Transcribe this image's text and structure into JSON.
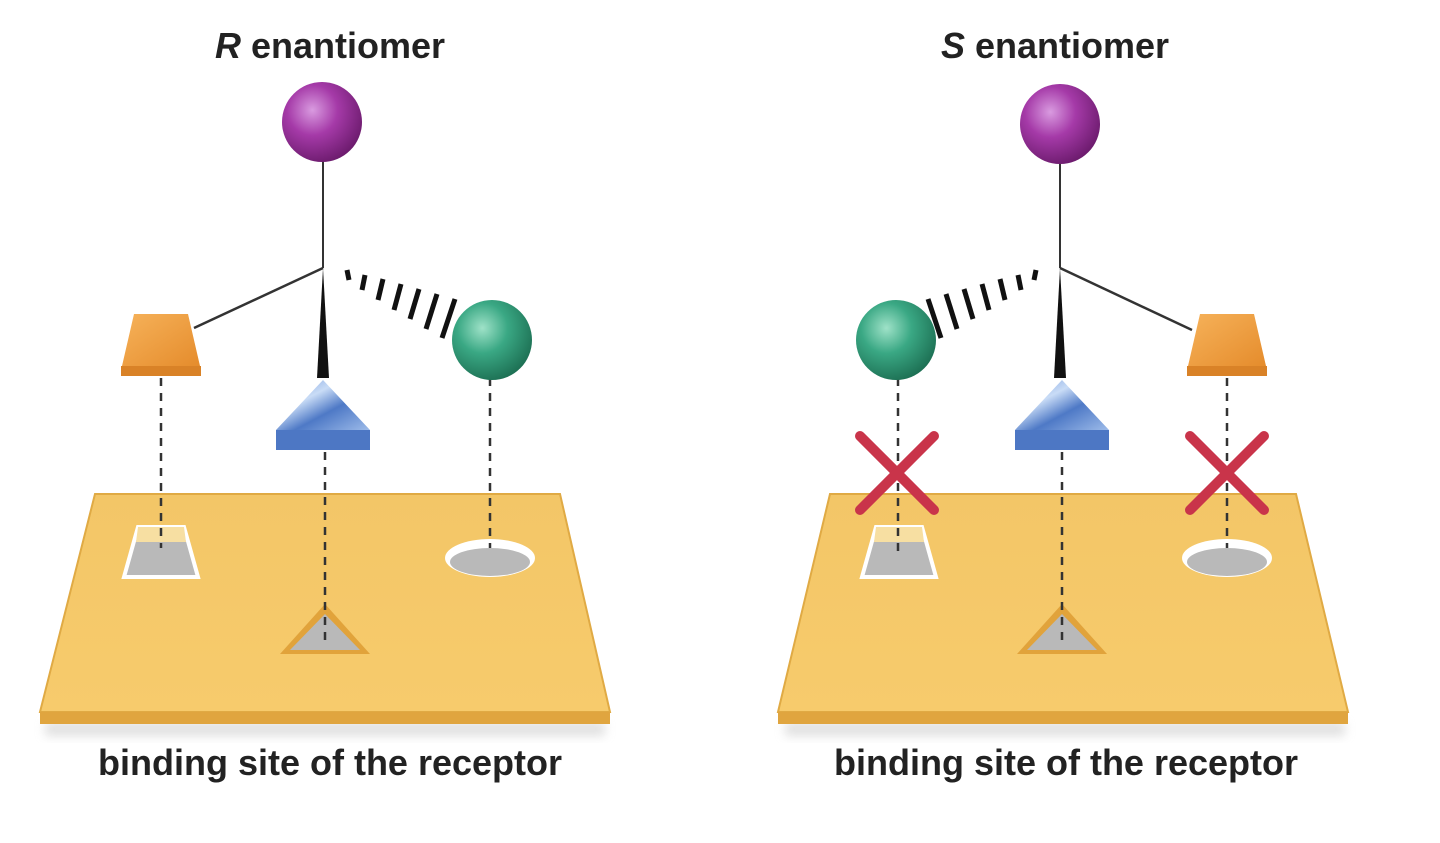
{
  "panels": [
    {
      "id": "r",
      "title_letter": "R",
      "title_rest": " enantiomer",
      "caption": "binding site of the receptor",
      "binding": {
        "trapezoid": "matched",
        "triangle": "matched",
        "sphere": "matched"
      }
    },
    {
      "id": "s",
      "title_letter": "S",
      "title_rest": " enantiomer",
      "caption": "binding site of the receptor",
      "binding": {
        "sphere": "mismatch",
        "triangle": "matched",
        "trapezoid": "mismatch"
      }
    }
  ],
  "colors": {
    "purple_group": "#8e2a8f",
    "green_group": "#2e9a76",
    "orange_group": "#e69a3c",
    "blue_group": "#4e79c6",
    "receptor": "#f2c05c",
    "receptor_edge": "#d9a23c",
    "hole": "#b9b9b9",
    "mismatch_cross": "#c9344a"
  },
  "icons": [
    "mismatch-x-icon"
  ]
}
